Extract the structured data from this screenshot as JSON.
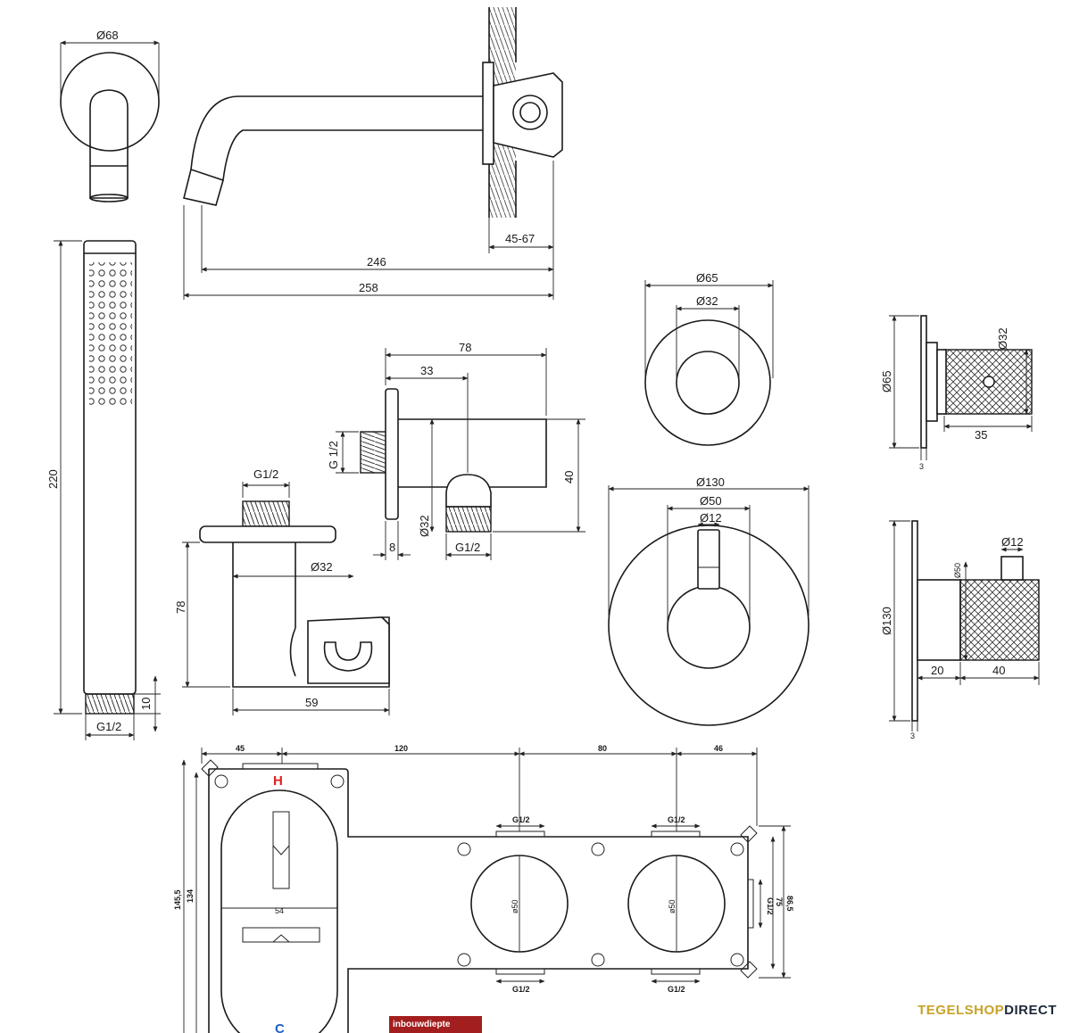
{
  "brand": {
    "part1": "TEGELSHOP",
    "part2": "DIRECT",
    "color1": "#c9a227",
    "color2": "#1e2a3a"
  },
  "badge": {
    "label": "inbouwdiepte",
    "color": "#a31e1e"
  },
  "dims": {
    "spout_flange_dia": "Ø68",
    "spout_projection_inner": "246",
    "spout_projection_total": "258",
    "spout_wall_depth": "45-67",
    "hand_shower_length": "220",
    "hand_shower_thread": "G1/2",
    "hand_shower_thread_len": "10",
    "holder_thread": "G1/2",
    "holder_height": "78",
    "holder_dia": "Ø32",
    "holder_depth": "59",
    "outlet_length": "78",
    "outlet_center": "33",
    "outlet_thread_side": "G 1/2",
    "outlet_height": "40",
    "outlet_dia": "Ø32",
    "outlet_flange": "8",
    "outlet_thread_bottom": "G1/2",
    "stop_rosette_dia": "Ø65",
    "stop_knob_dia": "Ø32",
    "stop_side_rosette": "Ø65",
    "stop_side_knob": "Ø32",
    "stop_side_length": "35",
    "stop_side_plate": "3",
    "thermo_rosette_dia": "Ø130",
    "thermo_knob_dia": "Ø50",
    "thermo_lever_dia": "Ø12",
    "thermo_side_rosette": "Ø130",
    "thermo_side_knob": "Ø50",
    "thermo_side_lever": "Ø12",
    "thermo_side_offset": "20",
    "thermo_side_length": "40",
    "thermo_side_plate": "3",
    "box_w1": "45",
    "box_w2": "120",
    "box_w3": "80",
    "box_w4": "46",
    "box_h_total": "145,5",
    "box_h_inner": "134",
    "box_h_right": "86,5",
    "box_h_right2": "75",
    "box_thread_top1": "G1/2",
    "box_thread_top2": "G1/2",
    "box_thread_bot1": "G1/2",
    "box_thread_bot2": "G1/2",
    "box_thread_side": "G1/2",
    "box_inner_width": "54",
    "box_hole1": "ø50",
    "box_hole2": "ø50",
    "hot_label": "H",
    "cold_label": "C",
    "hot_color": "#e02020",
    "cold_color": "#1f5fbf"
  }
}
